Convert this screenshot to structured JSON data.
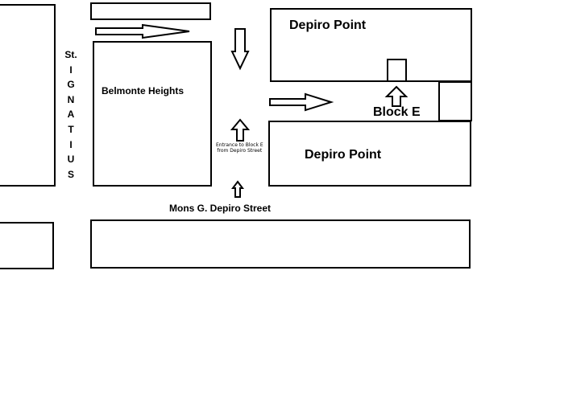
{
  "labels": {
    "belmonte_heights": "Belmonte Heights",
    "depiro_point_top": "Depiro Point",
    "depiro_point_bottom": "Depiro Point",
    "block_e": "Block E",
    "street_name": "Mons G. Depiro Street",
    "st_ignatius_prefix": "St.",
    "st_ignatius_letters": [
      "I",
      "G",
      "N",
      "A",
      "T",
      "I",
      "U",
      "S"
    ],
    "entrance_line1": "Entrance to Block E",
    "entrance_line2": "from Depiro Street"
  },
  "colors": {
    "stroke": "#000000",
    "fill": "#ffffff"
  },
  "icons": [
    "arrow-right-icon",
    "arrow-down-icon",
    "arrow-up-icon"
  ]
}
